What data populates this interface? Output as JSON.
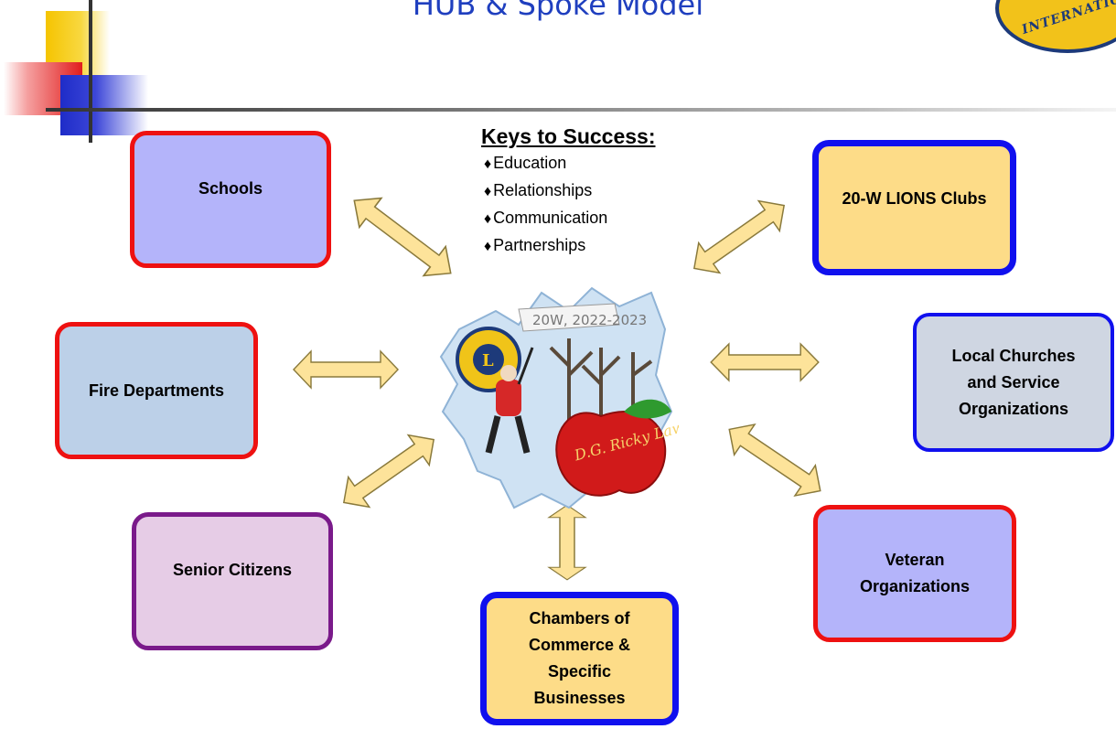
{
  "title": "HUB & Spoke   Model",
  "logo_text": "INTERNATIONAL",
  "keys": {
    "heading": "Keys to Success:",
    "items": [
      "Education",
      "Relationships",
      "Communication",
      "Partnerships"
    ]
  },
  "center": {
    "badge_text": "20W, 2022-2023",
    "signature": "D.G. Ricky Lawrin"
  },
  "nodes": {
    "schools": "Schools",
    "lions_clubs": "20-W LIONS Clubs",
    "fire_departments": "Fire Departments",
    "local_churches": "Local Churches and Service Organizations",
    "senior_citizens": "Senior Citizens",
    "veteran_organizations": "Veteran Organizations",
    "chambers": "Chambers of Commerce & Specific Businesses"
  },
  "colors": {
    "title": "#1f3fbf",
    "arrow_fill": "#fde39a",
    "arrow_stroke": "#8a7a3c",
    "border_red": "#ee1111",
    "border_blue": "#1010ee",
    "border_purple": "#7a1a8a",
    "fill_lavender": "#b4b4fa",
    "fill_gold": "#fddc88",
    "fill_steel": "#bcd0e8",
    "fill_grey": "#cfd6e2",
    "fill_pink": "#e6cce6"
  }
}
